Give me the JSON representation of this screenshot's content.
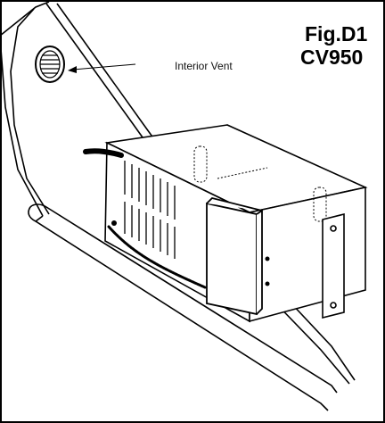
{
  "figure": {
    "label": "Fig.D1",
    "model": "CV950"
  },
  "callouts": {
    "interior_vent": "Interior Vent"
  },
  "colors": {
    "ink": "#000000",
    "paper": "#ffffff",
    "cable": "#111111"
  }
}
